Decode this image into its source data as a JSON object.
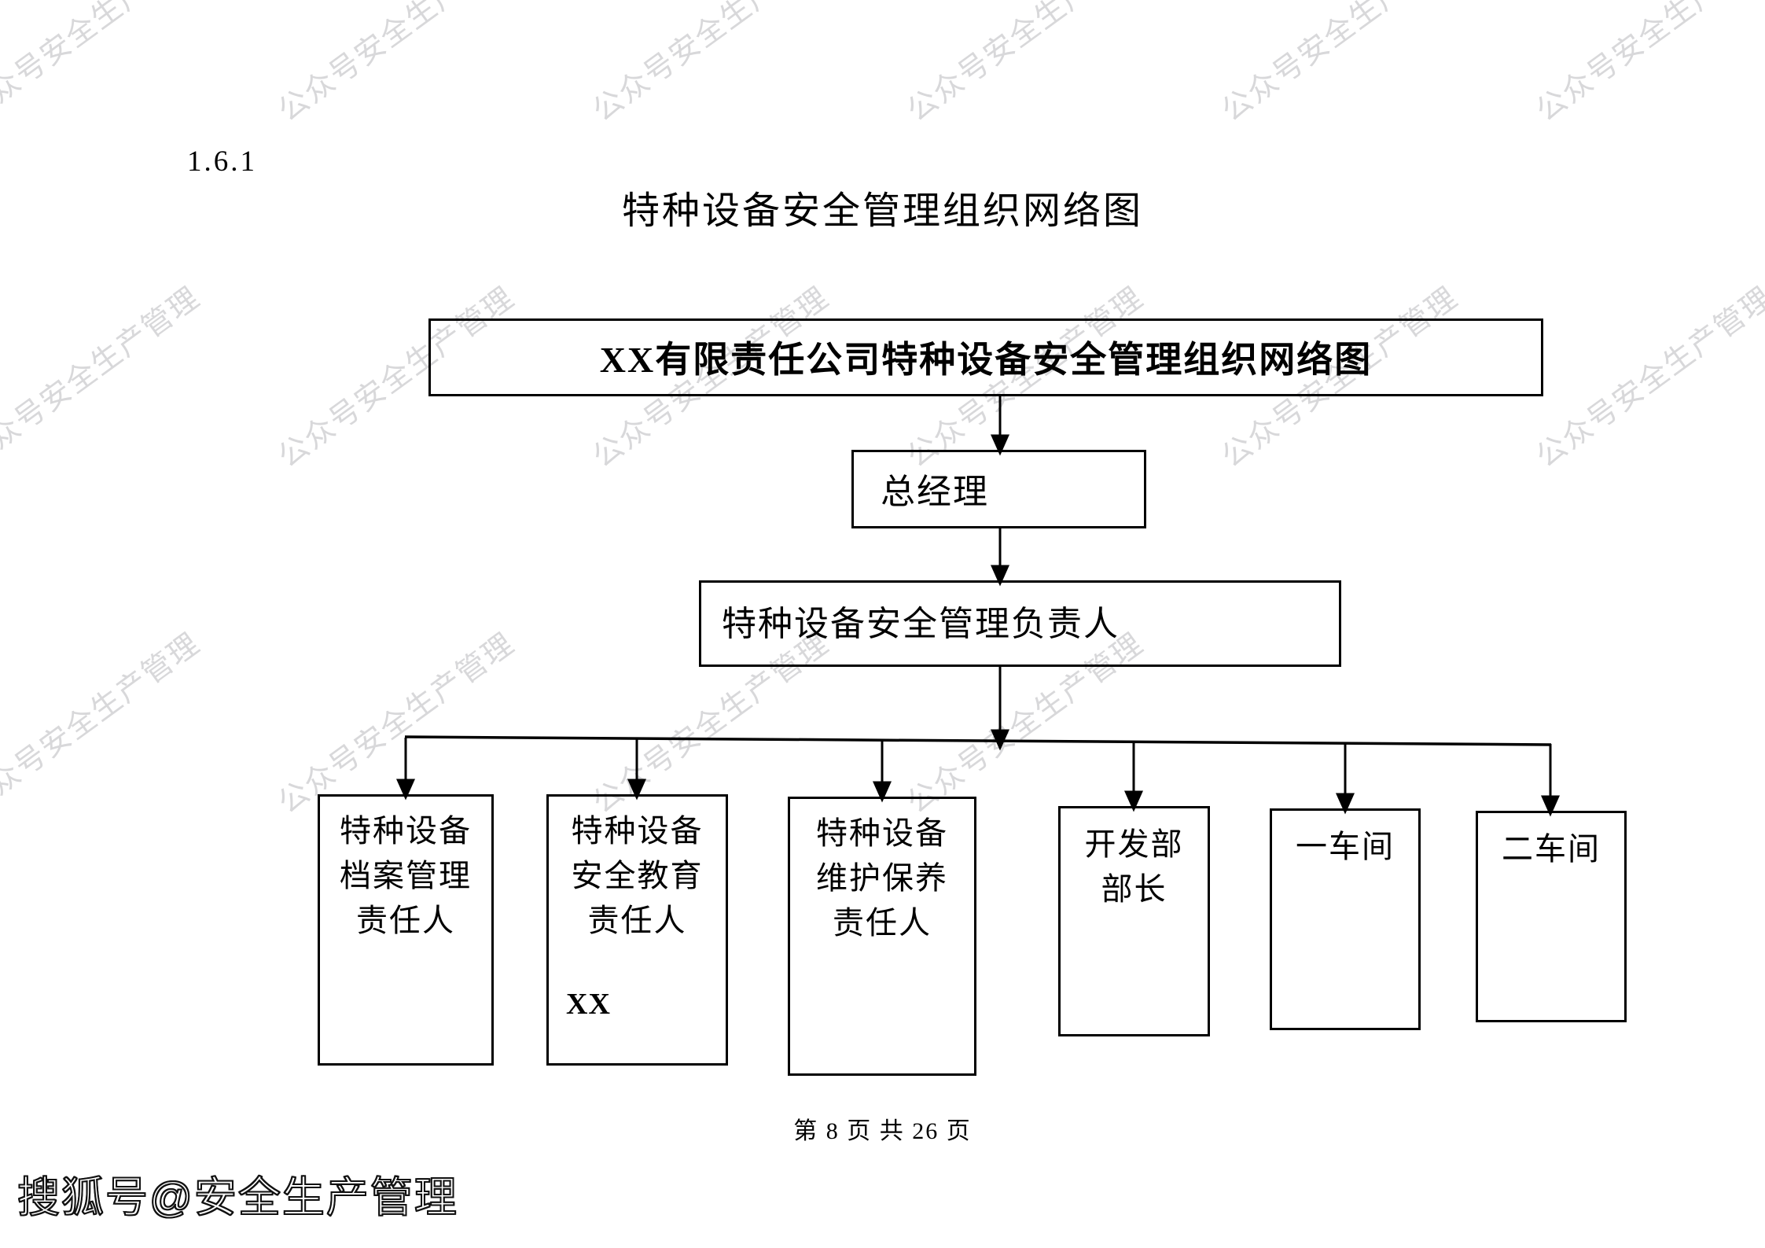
{
  "document": {
    "section_number": "1.6.1",
    "title": "特种设备安全管理组织网络图",
    "footer": "第 8 页 共 26 页",
    "brand_watermark": "搜狐号@安全生产管理",
    "background_watermark": "公众号安全生产管理",
    "colors": {
      "line": "#000000",
      "text": "#000000",
      "background": "#ffffff",
      "watermark": "#d8d8da"
    }
  },
  "chart_data": {
    "type": "diagram",
    "diagram_kind": "organization-chart",
    "title": "XX有限责任公司特种设备安全管理组织网络图",
    "nodes": [
      {
        "id": "root",
        "label": "XX有限责任公司特种设备安全管理组织网络图",
        "level": 0
      },
      {
        "id": "gm",
        "label": "总经理",
        "level": 1
      },
      {
        "id": "mgr",
        "label": "特种设备安全管理负责人",
        "level": 2
      },
      {
        "id": "leaf0",
        "label": "特种设备\n档案管理\n责任人",
        "sub": "",
        "level": 3
      },
      {
        "id": "leaf1",
        "label": "特种设备\n安全教育\n责任人",
        "sub": "XX",
        "level": 3
      },
      {
        "id": "leaf2",
        "label": "特种设备\n维护保养\n责任人",
        "sub": "",
        "level": 3
      },
      {
        "id": "leaf3",
        "label": "开发部\n部长",
        "sub": "",
        "level": 3
      },
      {
        "id": "leaf4",
        "label": "一车间",
        "sub": "",
        "level": 3
      },
      {
        "id": "leaf5",
        "label": "二车间",
        "sub": "",
        "level": 3
      }
    ],
    "edges": [
      {
        "from": "root",
        "to": "gm",
        "style": "arrow"
      },
      {
        "from": "gm",
        "to": "mgr",
        "style": "arrow"
      },
      {
        "from": "mgr",
        "to": "leaf0",
        "style": "arrow"
      },
      {
        "from": "mgr",
        "to": "leaf1",
        "style": "arrow"
      },
      {
        "from": "mgr",
        "to": "leaf2",
        "style": "arrow"
      },
      {
        "from": "mgr",
        "to": "leaf3",
        "style": "arrow"
      },
      {
        "from": "mgr",
        "to": "leaf4",
        "style": "arrow"
      },
      {
        "from": "mgr",
        "to": "leaf5",
        "style": "arrow"
      }
    ]
  }
}
